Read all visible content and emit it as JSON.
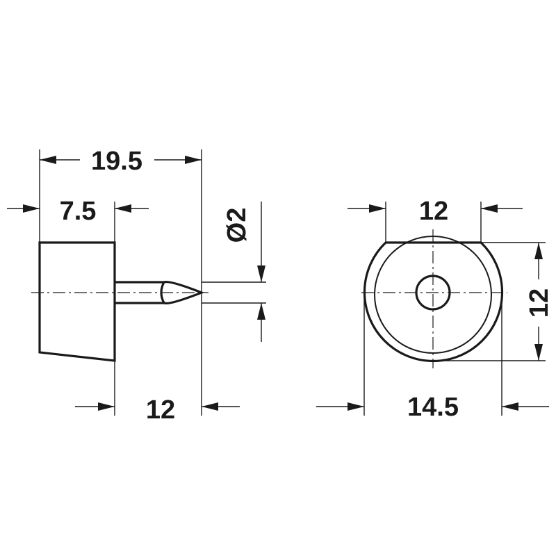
{
  "drawing": {
    "side_view": {
      "overall_length": "19.5",
      "head_length": "7.5",
      "pin_diameter": "Ø2",
      "pin_length": "12"
    },
    "front_view": {
      "flat_width": "12",
      "height": "12",
      "diameter": "14.5"
    }
  }
}
